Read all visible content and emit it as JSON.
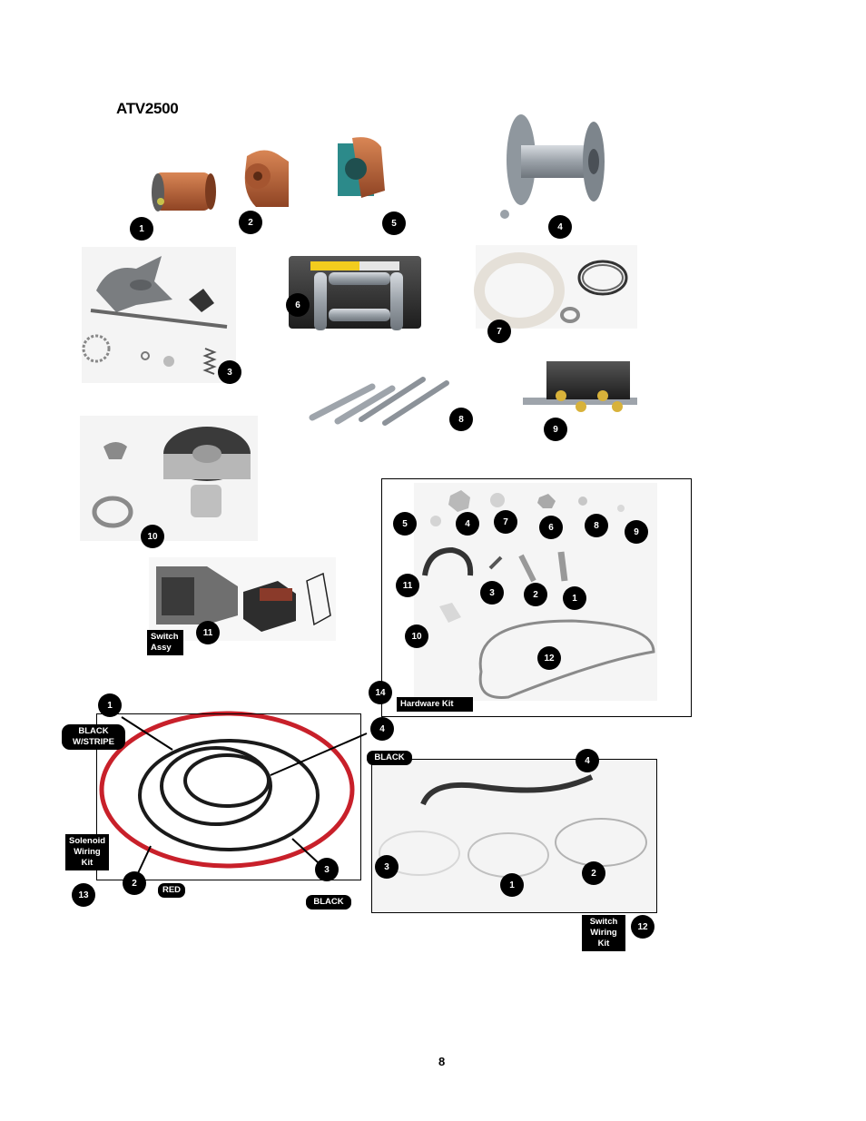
{
  "title": "ATV2500",
  "page_number": "8",
  "badges": {
    "b1": "1",
    "b2": "2",
    "b5": "5",
    "b4": "4",
    "b6": "6",
    "b7": "7",
    "b3": "3",
    "b8": "8",
    "b9": "9",
    "b10": "10",
    "b11": "11",
    "hw5": "5",
    "hw4": "4",
    "hw7": "7",
    "hw6": "6",
    "hw8": "8",
    "hw9": "9",
    "hw11": "11",
    "hw3": "3",
    "hw2": "2",
    "hw1": "1",
    "hw10": "10",
    "hw12": "12",
    "hw14": "14",
    "sw1": "1",
    "sw2": "2",
    "sw3": "3",
    "sw13": "13",
    "wk4a": "4",
    "wk4b": "4",
    "wk3": "3",
    "wk1": "1",
    "wk2": "2",
    "wk12": "12"
  },
  "labels": {
    "switch_assy": "Switch\nAssy",
    "hardware_kit": "Hardware Kit",
    "black_stripe": "BLACK\nW/STRIPE",
    "solenoid_kit": "Solenoid\nWiring\nKit",
    "red": "RED",
    "black_lower": "BLACK",
    "black_wk": "BLACK",
    "switch_wiring_kit": "Switch\nWiring\nKit"
  },
  "colors": {
    "motor": "#c0673a",
    "cable_red": "#c8202a",
    "cable_black": "#1a1a1a",
    "metal": "#a9afb6"
  }
}
